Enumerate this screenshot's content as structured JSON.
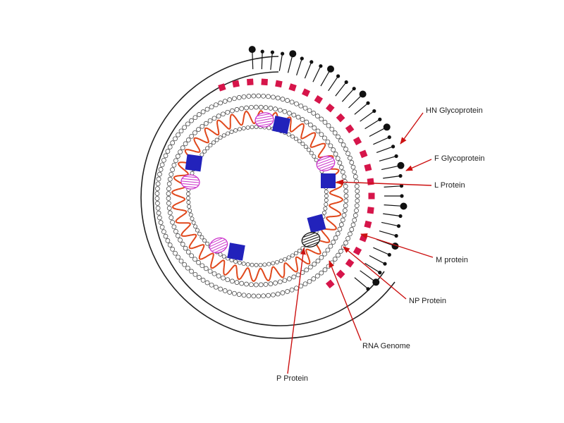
{
  "diagram": {
    "labels": {
      "hn": "HN Glycoprotein",
      "f": "F Glycoprotein",
      "l": "L Protein",
      "m": "M protein",
      "np": "NP Protein",
      "rna": "RNA Genome",
      "p": "P Protein"
    },
    "colors": {
      "outline": "#222222",
      "arrow": "#cc1111",
      "m_protein": "#d6154a",
      "genome": "#e0481c",
      "l_protein": "#2222bb",
      "p_protein": "#cc33cc",
      "glycoprotein": "#111111"
    }
  }
}
